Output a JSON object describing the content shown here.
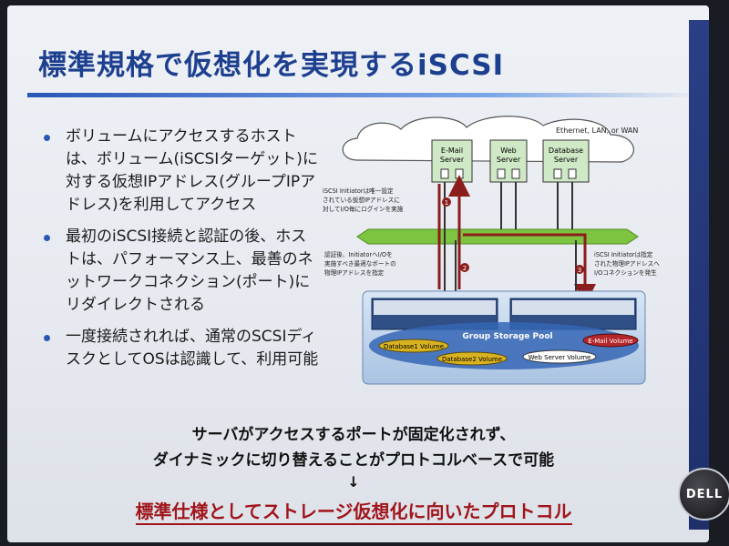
{
  "slide": {
    "title": "標準規格で仮想化を実現するiSCSI",
    "bullets": [
      "ボリュームにアクセスするホストは、ボリューム(iSCSIターゲット)に対する仮想IPアドレス(グループIPアドレス)を利用してアクセス",
      "最初のiSCSI接続と認証の後、ホストは、パフォーマンス上、最善のネットワークコネクション(ポート)にリダイレクトされる",
      "一度接続されれば、通常のSCSIディスクとしてOSは認識して、利用可能"
    ],
    "summary_line1": "サーバがアクセスするポートが固定化されず、",
    "summary_line2": "ダイナミックに切り替えることがプロトコルベースで可能",
    "arrow": "↓",
    "conclusion": "標準仕様としてストレージ仮想化に向いたプロトコル",
    "logo": "DELL"
  },
  "diagram": {
    "cloud_label": "Ethernet, LAN, or WAN",
    "servers": [
      {
        "line1": "E-Mail",
        "line2": "Server"
      },
      {
        "line1": "Web",
        "line2": "Server"
      },
      {
        "line1": "Database",
        "line2": "Server"
      }
    ],
    "note_left_top": [
      "iSCSI Initiatorは唯一設定",
      "されている仮想IPアドレスに",
      "対してI/O毎にログインを実施"
    ],
    "note_left_mid": [
      "認証後、InitiatorへI/Oを",
      "実施すべき最適なポートの",
      "物理IPアドレスを指定"
    ],
    "note_right": [
      "iSCSI Initiatorは指定",
      "された物理IPアドレスへ",
      "I/Oコネクションを発生"
    ],
    "step_numbers": [
      "1",
      "2",
      "3"
    ],
    "pool_label": "Group Storage Pool",
    "volumes": [
      {
        "name": "Database1 Volume",
        "color": "#d9b21f"
      },
      {
        "name": "E-Mail Volume",
        "color": "#b4262a"
      },
      {
        "name": "Database2 Volume",
        "color": "#d9b21f"
      },
      {
        "name": "Web Server Volume",
        "color": "#ffffff"
      }
    ],
    "colors": {
      "accent": "#2a56b8",
      "network_band": "#7dc440",
      "arrow_red": "#8c1d1d",
      "title_blue": "#1d3f8f"
    }
  }
}
